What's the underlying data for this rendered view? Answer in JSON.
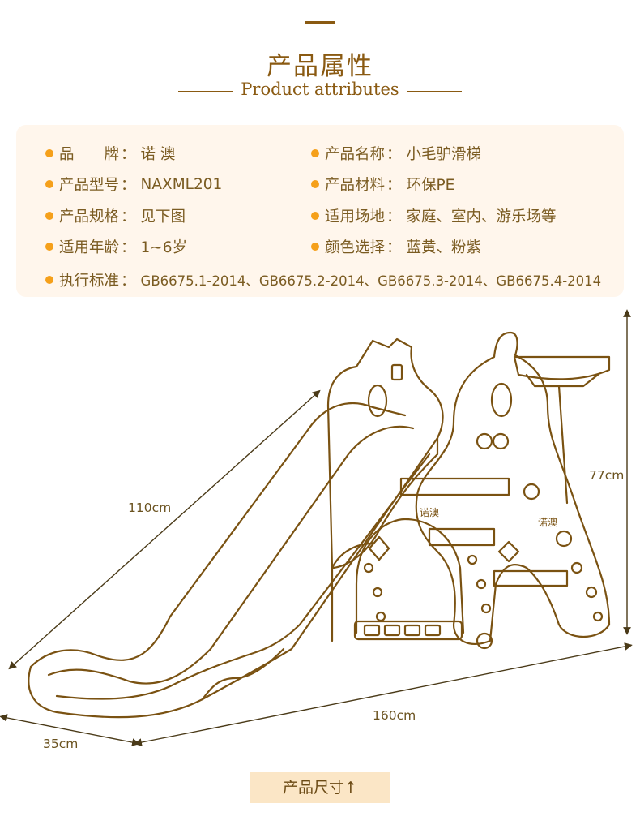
{
  "header": {
    "title": "产品属性",
    "subtitle": "Product attributes"
  },
  "attributes": [
    {
      "label": "品　　牌",
      "value": "诺 澳"
    },
    {
      "label": "产品名称",
      "value": "小毛驴滑梯"
    },
    {
      "label": "产品型号",
      "value": "NAXML201"
    },
    {
      "label": "产品材料",
      "value": "环保PE"
    },
    {
      "label": "产品规格",
      "value": "见下图"
    },
    {
      "label": "适用场地",
      "value": "家庭、室内、游乐场等"
    },
    {
      "label": "适用年龄",
      "value": "1~6岁"
    },
    {
      "label": "颜色选择",
      "value": "蓝黄、粉紫"
    },
    {
      "label": "执行标准",
      "value": "GB6675.1-2014、GB6675.2-2014、GB6675.3-2014、GB6675.4-2014"
    }
  ],
  "separator": "：",
  "dimensions": {
    "length_slide": "110cm",
    "height": "77cm",
    "length_total": "160cm",
    "width": "35cm"
  },
  "product_logo_text": "诺澳",
  "footer": {
    "label": "产品尺寸↑"
  },
  "colors": {
    "accent_dot": "#f5a01a",
    "line_brown": "#7a5212",
    "panel_bg": "#fff6ec",
    "footer_bg": "#fbe6c6"
  }
}
